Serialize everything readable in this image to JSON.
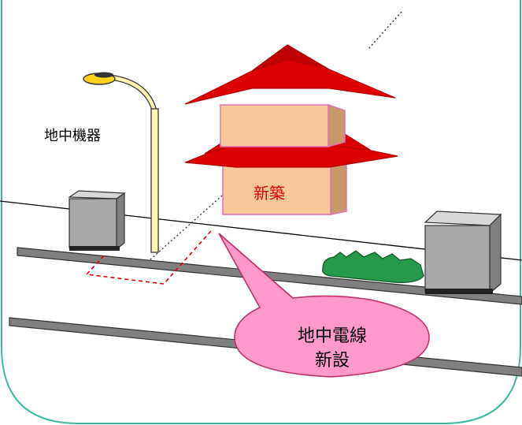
{
  "labels": {
    "equipment": "地中機器",
    "new_building": "新築",
    "callout_line1": "地中電線",
    "callout_line2": "新設"
  },
  "colors": {
    "frame": "#3cb8a4",
    "roof": "#dd0000",
    "roof_edge": "#b40000",
    "wall": "#f9c898",
    "wall_side": "#c8986a",
    "wall_edge": "#e070b8",
    "callout_fill": "#ff99cc",
    "callout_edge": "#c0306a",
    "lamp": "#ffd21e",
    "pole": "#fff7b0",
    "cabinet": "#a8a8a8",
    "bush": "#26994a",
    "curb": "#7f7f7f",
    "dash": "#e00000"
  },
  "icons": [
    "street-lamp-icon",
    "house-icon",
    "utility-box-icon",
    "bush-icon"
  ]
}
